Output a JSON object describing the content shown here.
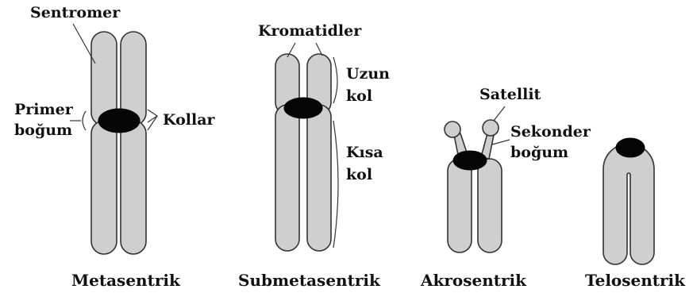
{
  "colors": {
    "chromatid_fill": "#cfcfcf",
    "outline": "#333333",
    "centromere": "#050505",
    "text": "#111111",
    "background": "#ffffff"
  },
  "labels": {
    "sentromer": "Sentromer",
    "primer_line1": "Primer",
    "primer_line2": "boğum",
    "kollar": "Kollar",
    "kromatidler": "Kromatidler",
    "uzun_line1": "Uzun",
    "uzun_line2": "kol",
    "kisa_line1": "Kısa",
    "kisa_line2": "kol",
    "satellit": "Satellit",
    "sekonder_line1": "Sekonder",
    "sekonder_line2": "boğum"
  },
  "captions": {
    "metasentrik": "Metasentrik",
    "submetasentrik": "Submetasentrik",
    "akrosentrik": "Akrosentrik",
    "telosentrik": "Telosentrik"
  }
}
